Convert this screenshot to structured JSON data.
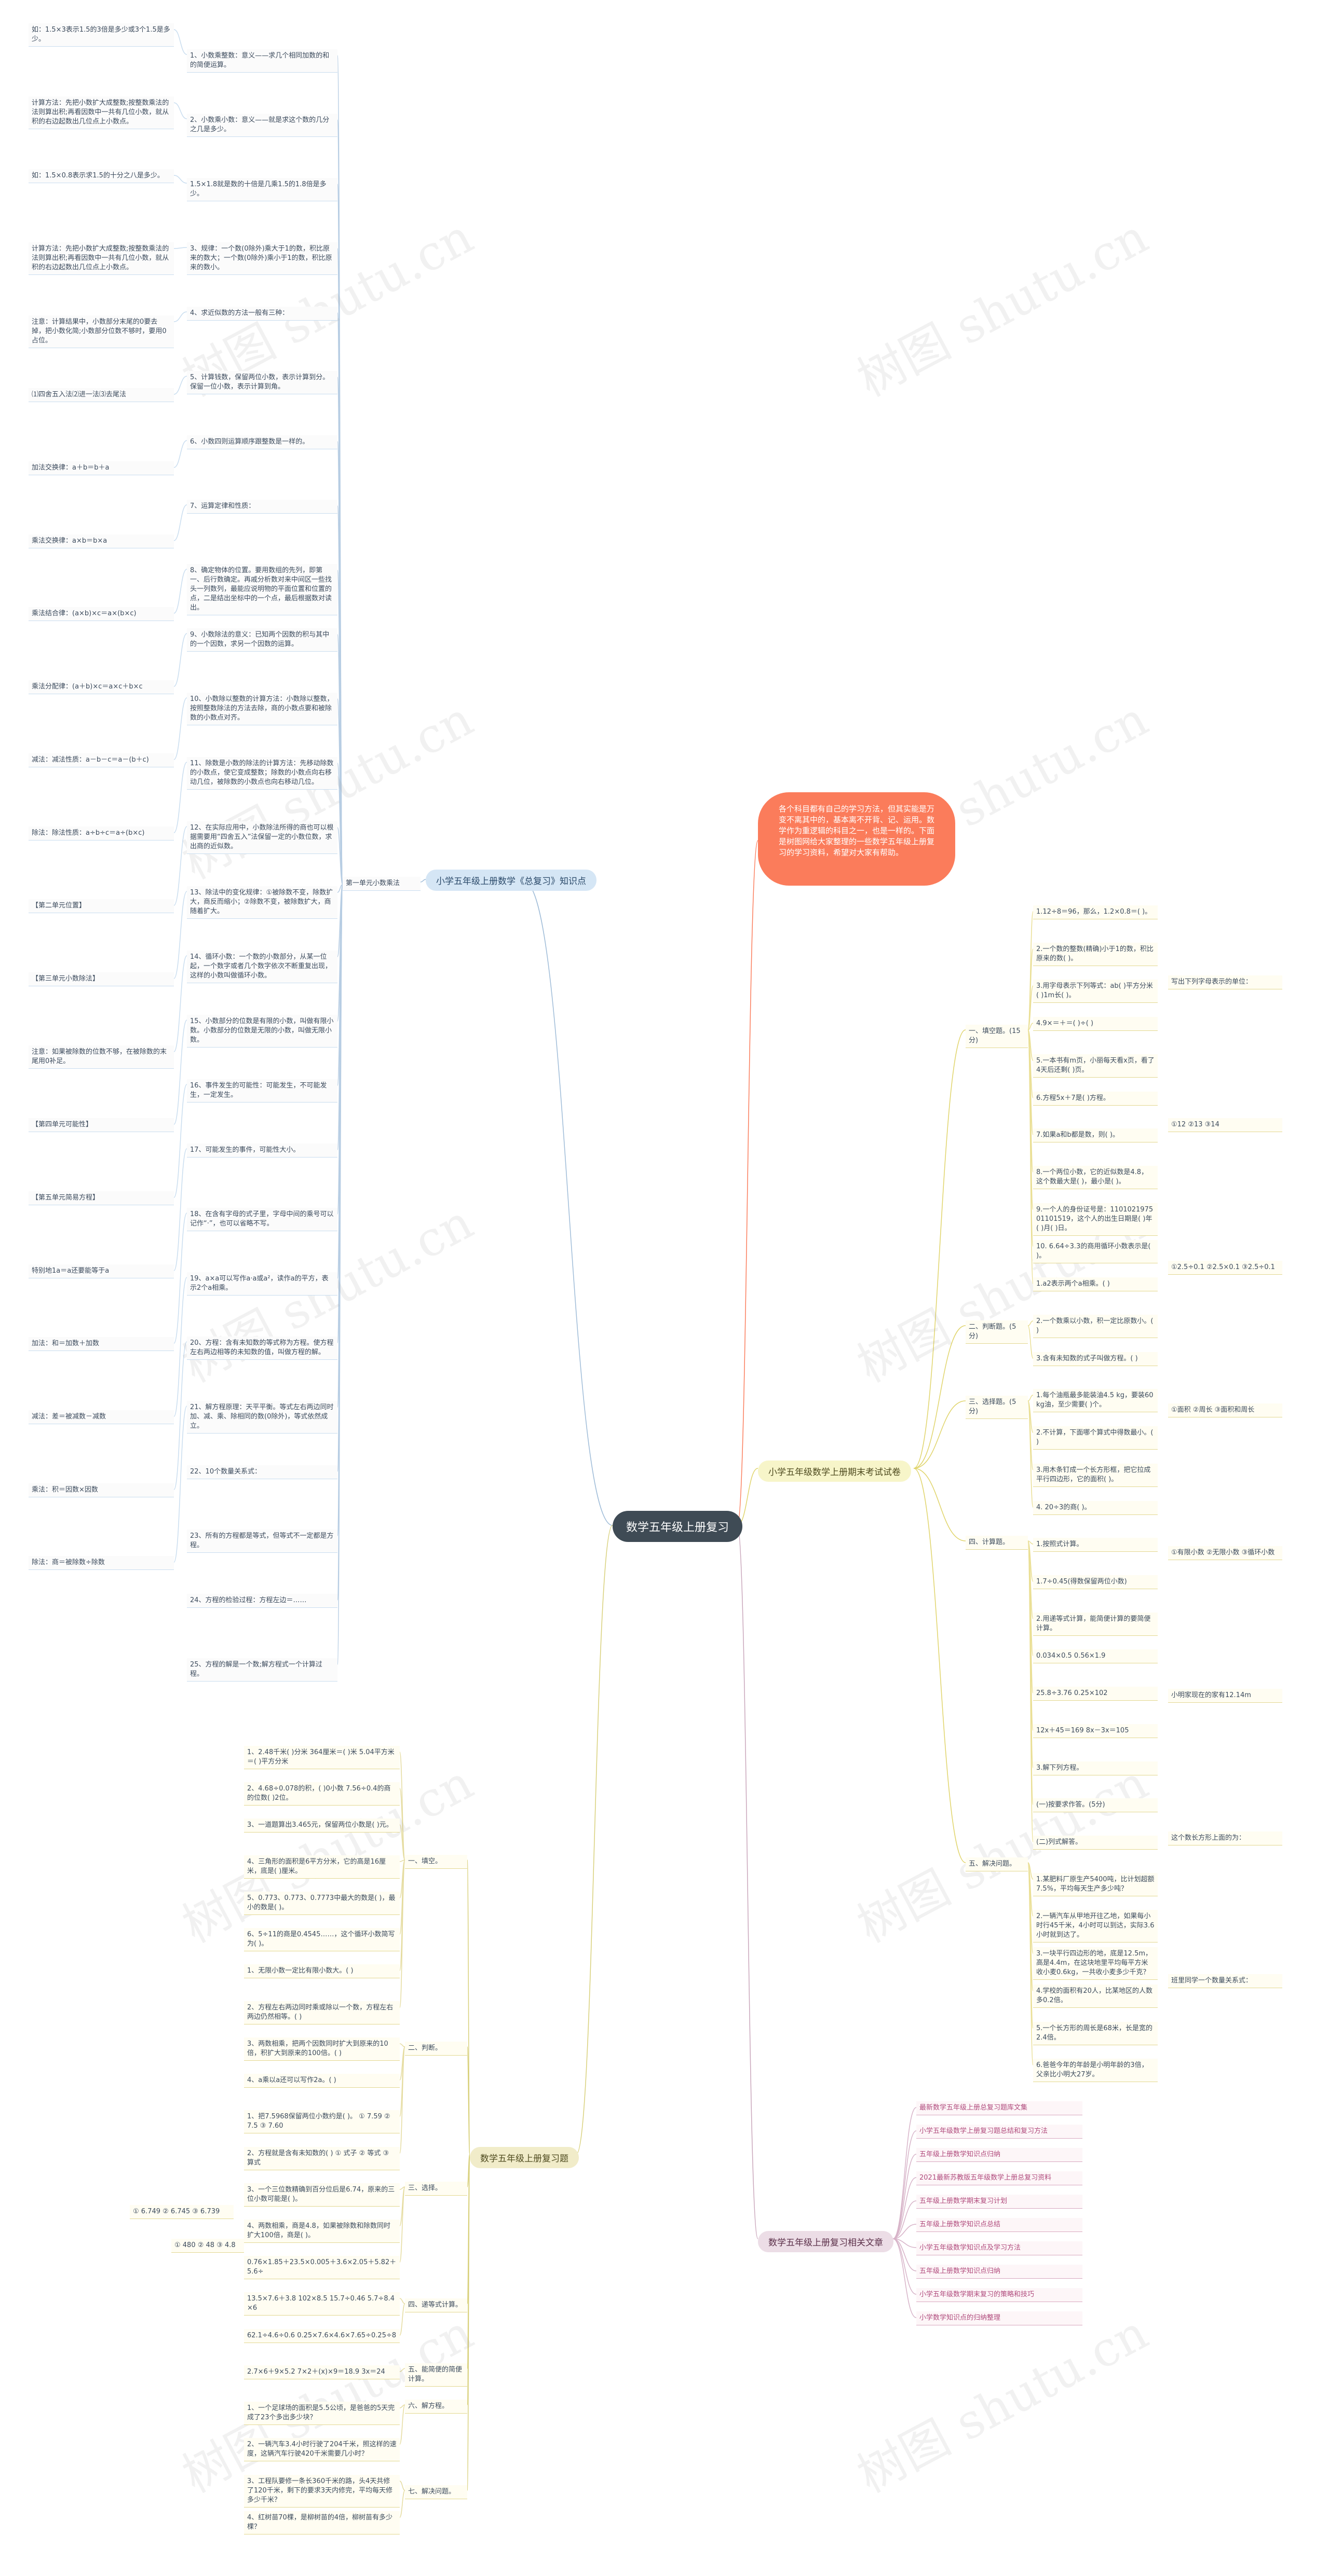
{
  "root": "数学五年级上册复习",
  "callout": "各个科目都有自己的学习方法，但其实能是万变不离其中的，基本离不开背、记、运用。数学作为重逻辑的科目之一，也是一样的。下面是树图网给大家整理的一些数学五年级上册复习的学习资料，希望对大家有帮助。",
  "branches": {
    "b1": "小学五年级上册数学《总复习》知识点",
    "b2": "小学五年级数学上册期末考试试卷",
    "b3": "数学五年级上册复习题",
    "b4": "数学五年级上册复习相关文章"
  },
  "b1_sub": "第一单元小数乘法",
  "b1_items": [
    "1、小数乘整数：意义——求几个相同加数的和的简便运算。",
    "2、小数乘小数：意义——就是求这个数的几分之几是多少。",
    "1.5×1.8就是数的十倍是几乘1.5的1.8倍是多少。",
    "3、规律：一个数(0除外)乘大于1的数，积比原来的数大；一个数(0除外)乘小于1的数，积比原来的数小。",
    "4、求近似数的方法一般有三种：",
    "5、计算钱数，保留两位小数，表示计算到分。保留一位小数，表示计算到角。",
    "6、小数四则运算顺序跟整数是一样的。",
    "7、运算定律和性质：",
    "8、确定物体的位置。要用数组的先列，即第一、后行数确定。再戚分析数对来中间区一些找头一列数列，最能应说明物的平面位置和位置的点，二是结出坐标中的一个点，最后根据数对读出。",
    "9、小数除法的意义：已知两个因数的积与其中的一个因数，求另一个因数的运算。",
    "10、小数除以整数的计算方法：小数除以整数，按照整数除法的方法去除，商的小数点要和被除数的小数点对齐。",
    "11、除数是小数的除法的计算方法：先移动除数的小数点，使它变成整数；除数的小数点向右移动几位，被除数的小数点也向右移动几位。",
    "12、在实际应用中，小数除法所得的商也可以根据需要用“四舍五入”法保留一定的小数位数，求出商的近似数。",
    "13、除法中的变化规律：①被除数不变，除数扩大，商反而缩小；②除数不变，被除数扩大，商随着扩大。",
    "14、循环小数：一个数的小数部分，从某一位起，一个数字或者几个数字依次不断重复出现，这样的小数叫做循环小数。",
    "15、小数部分的位数是有限的小数，叫做有限小数。小数部分的位数是无限的小数，叫做无限小数。",
    "16、事件发生的可能性：可能发生，不可能发生，一定发生。",
    "17、可能发生的事件，可能性大小。",
    "18、在含有字母的式子里，字母中间的乘号可以记作“·”，也可以省略不写。",
    "19、a×a可以写作a·a或a²，读作a的平方，表示2个a相乘。",
    "20、方程：含有未知数的等式称为方程。使方程左右两边相等的未知数的值，叫做方程的解。",
    "21、解方程原理：天平平衡。等式左右两边同时加、减、乘、除相同的数(0除外)，等式依然成立。",
    "22、10个数量关系式：",
    "23、所有的方程都是等式，但等式不一定都是方程。",
    "24、方程的检验过程：方程左边＝……",
    "25、方程的解是一个数;解方程式一个计算过程。"
  ],
  "b1_left": [
    "如：1.5×3表示1.5的3倍是多少或3个1.5是多少。",
    "计算方法：先把小数扩大成整数;按整数乘法的法则算出积;再看因数中一共有几位小数，就从积的右边起数出几位点上小数点。",
    "如：1.5×0.8表示求1.5的十分之八是多少。",
    "计算方法：先把小数扩大成整数;按整数乘法的法则算出积;再看因数中一共有几位小数，就从积的右边起数出几位点上小数点。",
    "注意：计算结果中，小数部分末尾的0要去掉，把小数化简;小数部分位数不够时，要用0占位。",
    "⑴四舍五入法⑵进一法⑶去尾法",
    "加法交换律：a＋b＝b＋a",
    "乘法交换律：a×b＝b×a",
    "乘法结合律：(a×b)×c＝a×(b×c)",
    "乘法分配律：(a＋b)×c＝a×c＋b×c",
    "减法：减法性质：a－b－c＝a－(b＋c)",
    "除法：除法性质：a÷b÷c＝a÷(b×c)",
    "【第二单元位置】",
    "【第三单元小数除法】",
    "注意：如果被除数的位数不够，在被除数的末尾用0补足。",
    "【第四单元可能性】",
    "【第五单元简易方程】",
    "特别地1a＝a还要能等于a",
    "加法：和＝加数＋加数",
    "减法：差＝被减数－减数",
    "乘法：积＝因数×因数",
    "除法：商＝被除数÷除数"
  ],
  "b2_sections": [
    "一、填空题。(15分)",
    "二、判断题。(5分)",
    "三、选择题。(5分)",
    "四、计算题。",
    "五、解决问题。"
  ],
  "b2_items": [
    "1.12÷8＝96，那么，1.2×0.8＝(  )。",
    "2.一个数的整数(精确)小于1的数，积比原来的数(  )。",
    "3.用字母表示下列等式：ab(  )平方分米(  )1m长(  )。",
    "4.9×＝＋＝(  )÷(  )",
    "5.一本书有m页，小丽每天看x页，看了4天后还剩(  )页。",
    "6.方程5x＋7是(  )方程。",
    "7.如果a和b都是数，则(  )。",
    "8.一个两位小数，它的近似数是4.8，这个数最大是(  )，最小是(  )。",
    "9.一个人的身份证号是：110102197501101519，这个人的出生日期是(  )年(  )月(  )日。",
    "10. 6.64÷3.3的商用循环小数表示是(  )。",
    "1.a2表示两个a相乘。(  )",
    "2.一个数乘以小数，积一定比原数小。(  )",
    "3.含有未知数的式子叫做方程。(  )",
    "1.每个油瓶最多能装油4.5 kg，要装60 kg油，至少需要(  )个。",
    "2.不计算，下面哪个算式中得数最小。(  )",
    "3.用木条钉成一个长方形框，把它拉成平行四边形，它的面积(  )。",
    "4. 20÷3的商(  )。",
    "1.按照式计算。",
    "1.7÷0.45(得数保留两位小数)",
    "2.用递等式计算，能简便计算的要简便计算。",
    "0.034×0.5  0.56×1.9",
    "25.8÷3.76  0.25×102",
    "12x＋45＝169  8x－3x＝105",
    "3.解下列方程。",
    "(一)按要求作答。(5分)",
    "(二)列式解答。",
    "1.某肥料厂原生产5400吨，比计划超额7.5%，平均每天生产多少吨？",
    "2.一辆汽车从甲地开往乙地，如果每小时行45千米，4小时可以到达，实际3.6小时就到达了。",
    "3.一块平行四边形的地，底是12.5m，高是4.4m，在这块地里平均每平方米收小麦0.6kg，一共收小麦多少千克？",
    "4.学校的面积有20人，比某地区的人数多0.2倍。",
    "5.一个长方形的周长是68米，长是宽的2.4倍。",
    "6.爸爸今年的年龄是小明年龄的3倍，父亲比小明大27岁。"
  ],
  "b2_options": [
    "写出下列字母表示的单位：",
    "①12 ②13 ③14",
    "①2.5÷0.1  ②2.5×0.1  ③2.5÷0.1",
    "①面积 ②周长 ③面积和周长",
    "①有限小数  ②无限小数  ③循环小数",
    "小明家现在的家有12.14m",
    "这个数长方形上面的为：",
    "班里同学一个数量关系式："
  ],
  "b3_sections": [
    "一、填空。",
    "二、判断。",
    "三、选择。",
    "四、递等式计算。",
    "五、能简便的简便计算。",
    "六、解方程。",
    "七、解决问题。"
  ],
  "b3_items": [
    "1、2.48千米(  )分米  364厘米＝(  )米  5.04平方米＝(  )平方分米",
    "2、4.68÷0.078的积，(  )0小数  7.56÷0.4的商的位数(  )2位。",
    "3、一道题算出3.465元，保留两位小数是(  )元。",
    "4、三角形的面积是6平方分米，它的高是16厘米，底是(  )厘米。",
    "5、0.773、0.773、0.7773中最大的数是(  )，最小的数是(  )。",
    "6、5÷11的商是0.4545……，这个循环小数简写为(  )。",
    "1、无限小数一定比有限小数大。(  )",
    "2、方程左右两边同时乘或除以一个数，方程左右两边仍然相等。(  )",
    "3、两数相乘，把两个因数同时扩大到原来的10倍，积扩大到原来的100倍。(  )",
    "4、a乘以a还可以写作2a。(  )",
    "1、把7.5968保留两位小数约是(  )。  ① 7.59 ② 7.5 ③ 7.60",
    "2、方程就是含有未知数的(  )  ① 式子 ② 等式 ③ 算式",
    "3、一个三位数精确到百分位后是6.74，原来的三位小数可能是(  )。",
    "4、两数相乘，商是4.8，如果被除数和除数同时扩大100倍，商是(  )。",
    "0.76×1.85＋23.5×0.005＋3.6×2.05＋5.82＋5.6÷",
    "13.5×7.6＋3.8  102×8.5  15.7÷0.46  5.7÷8.4×6",
    "62.1÷4.6÷0.6  0.25×7.6×4.6×7.65÷0.25÷8",
    "2.7×6＋9×5.2  7×2＋(x)×9＝18.9  3x＝24",
    "1、一个足球场的面积是5.5公顷，是爸爸的5天完成了23个多出多少块？",
    "2、一辆汽车3.4小时行驶了204千米，照这样的速度，这辆汽车行驶420千米需要几小时？",
    "3、工程队要修一条长360千米的路，头4天共修了120千米，剩下的要求3天内修完，平均每天修多少千米？",
    "4、红树苗70棵，是柳树苗的4倍，柳树苗有多少棵？"
  ],
  "b3_left": [
    "① 6.749 ② 6.745 ③ 6.739",
    "① 480 ② 48 ③ 4.8"
  ],
  "b4_items": [
    "最新数学五年级上册总复习题库文集",
    "小学五年级数学上册复习题总结和复习方法",
    "五年级上册数学知识点归纳",
    "2021最新苏教版五年级数学上册总复习资料",
    "五年级上册数学期末复习计划",
    "五年级上册数学知识点总结",
    "小学五年级数学知识点及学习方法",
    "五年级上册数学知识点归纳",
    "小学五年级数学期末复习的策略和技巧",
    "小学数学知识点的归纳整理"
  ],
  "watermark": "树图 shutu.cn"
}
